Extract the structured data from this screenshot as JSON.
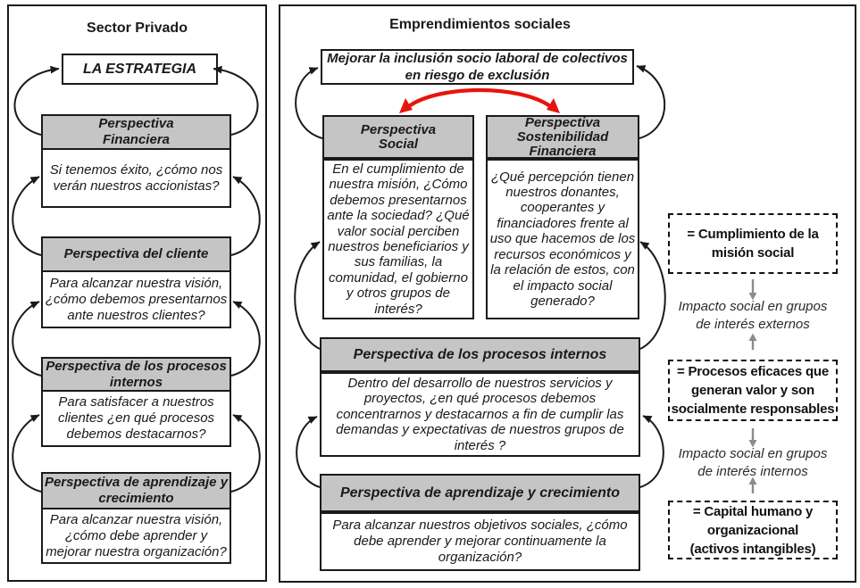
{
  "colors": {
    "header_fill": "#c5c5c5",
    "box_border": "#1a1a1a",
    "red_arrow": "#e8140e",
    "gray_arrow": "#8c8c8c"
  },
  "left_panel": {
    "title": "Sector Privado",
    "strategy_box": "LA ESTRATEGIA",
    "sections": [
      {
        "header": "Perspectiva\nFinanciera",
        "body": "Si tenemos éxito, ¿cómo nos\nverán nuestros accionistas?"
      },
      {
        "header": "Perspectiva del cliente",
        "body": "Para alcanzar nuestra visión,\n¿cómo debemos presentarnos\nante nuestros clientes?"
      },
      {
        "header": "Perspectiva de los procesos\ninternos",
        "body": "Para satisfacer a nuestros\nclientes ¿en qué procesos\ndebemos destacarnos?"
      },
      {
        "header": "Perspectiva de aprendizaje y\ncrecimiento",
        "body": "Para alcanzar nuestra visión,\n¿cómo debe aprender y\nmejorar nuestra organización?"
      }
    ]
  },
  "right_panel": {
    "title": "Emprendimientos sociales",
    "mission_box": "Mejorar la inclusión socio laboral de colectivos\nen riesgo de exclusión",
    "columns": [
      {
        "header": "Perspectiva\nSocial",
        "body": "En el cumplimiento de\nnuestra misión, ¿Cómo\ndebemos presentarnos\nante la sociedad? ¿Qué\nvalor social perciben\nnuestros beneficiarios y\nsus familias, la\ncomunidad, el gobierno\ny otros grupos de\ninterés?"
      },
      {
        "header": "Perspectiva\nSostenibilidad\nFinanciera",
        "body": "¿Qué percepción tienen\nnuestros donantes,\ncooperantes y\nfinanciadores frente al\nuso que hacemos de los\nrecursos económicos y\nla relación de estos, con\nel impacto social\ngenerado?"
      }
    ],
    "sections": [
      {
        "header": "Perspectiva de los procesos internos",
        "body": "Dentro del desarrollo de nuestros servicios y\nproyectos, ¿en qué procesos debemos\nconcentrarnos y destacarnos a fin de cumplir las\ndemandas y expectativas de nuestros grupos de\ninterés ?"
      },
      {
        "header": "Perspectiva de aprendizaje y crecimiento",
        "body": "Para alcanzar nuestros objetivos sociales, ¿cómo\ndebe aprender y mejorar continuamente la\norganización?"
      }
    ]
  },
  "legend": {
    "boxes": [
      "= Cumplimiento de la\nmisión social",
      "= Procesos eficaces que\ngeneran valor y son\nsocialmente responsables",
      "= Capital humano y\norganizacional\n(activos intangibles)"
    ],
    "labels": [
      "Impacto social  en grupos\nde interés externos",
      "Impacto social en grupos\nde interés internos"
    ]
  }
}
